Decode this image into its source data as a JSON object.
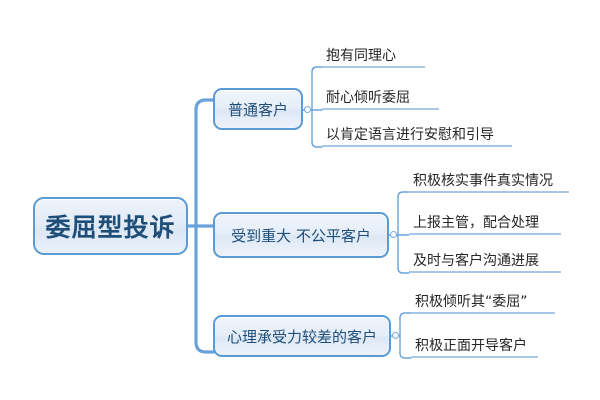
{
  "diagram": {
    "type": "mind-map",
    "background_color": "#ffffff",
    "accent_color": "#5b9bd5",
    "node_border_color": "#5b9bd5",
    "root_text_color": "#1f4e79",
    "leaf_text_color": "#262626",
    "leaf_underline_color": "#a8c6e8",
    "root": {
      "label": "委屈型投诉"
    },
    "branches": [
      {
        "label": "普通客户",
        "leaves": [
          {
            "label": "抱有同理心"
          },
          {
            "label": "耐心倾听委屈"
          },
          {
            "label": "以肯定语言进行安慰和引导"
          }
        ]
      },
      {
        "label": "受到重大 不公平客户",
        "leaves": [
          {
            "label": "积极核实事件真实情况"
          },
          {
            "label": "上报主管，配合处理"
          },
          {
            "label": "及时与客户沟通进展"
          }
        ]
      },
      {
        "label": "心理承受力较差的客户",
        "leaves": [
          {
            "label": "积极倾听其“委屈”"
          },
          {
            "label": "积极正面开导客户"
          }
        ]
      }
    ]
  }
}
